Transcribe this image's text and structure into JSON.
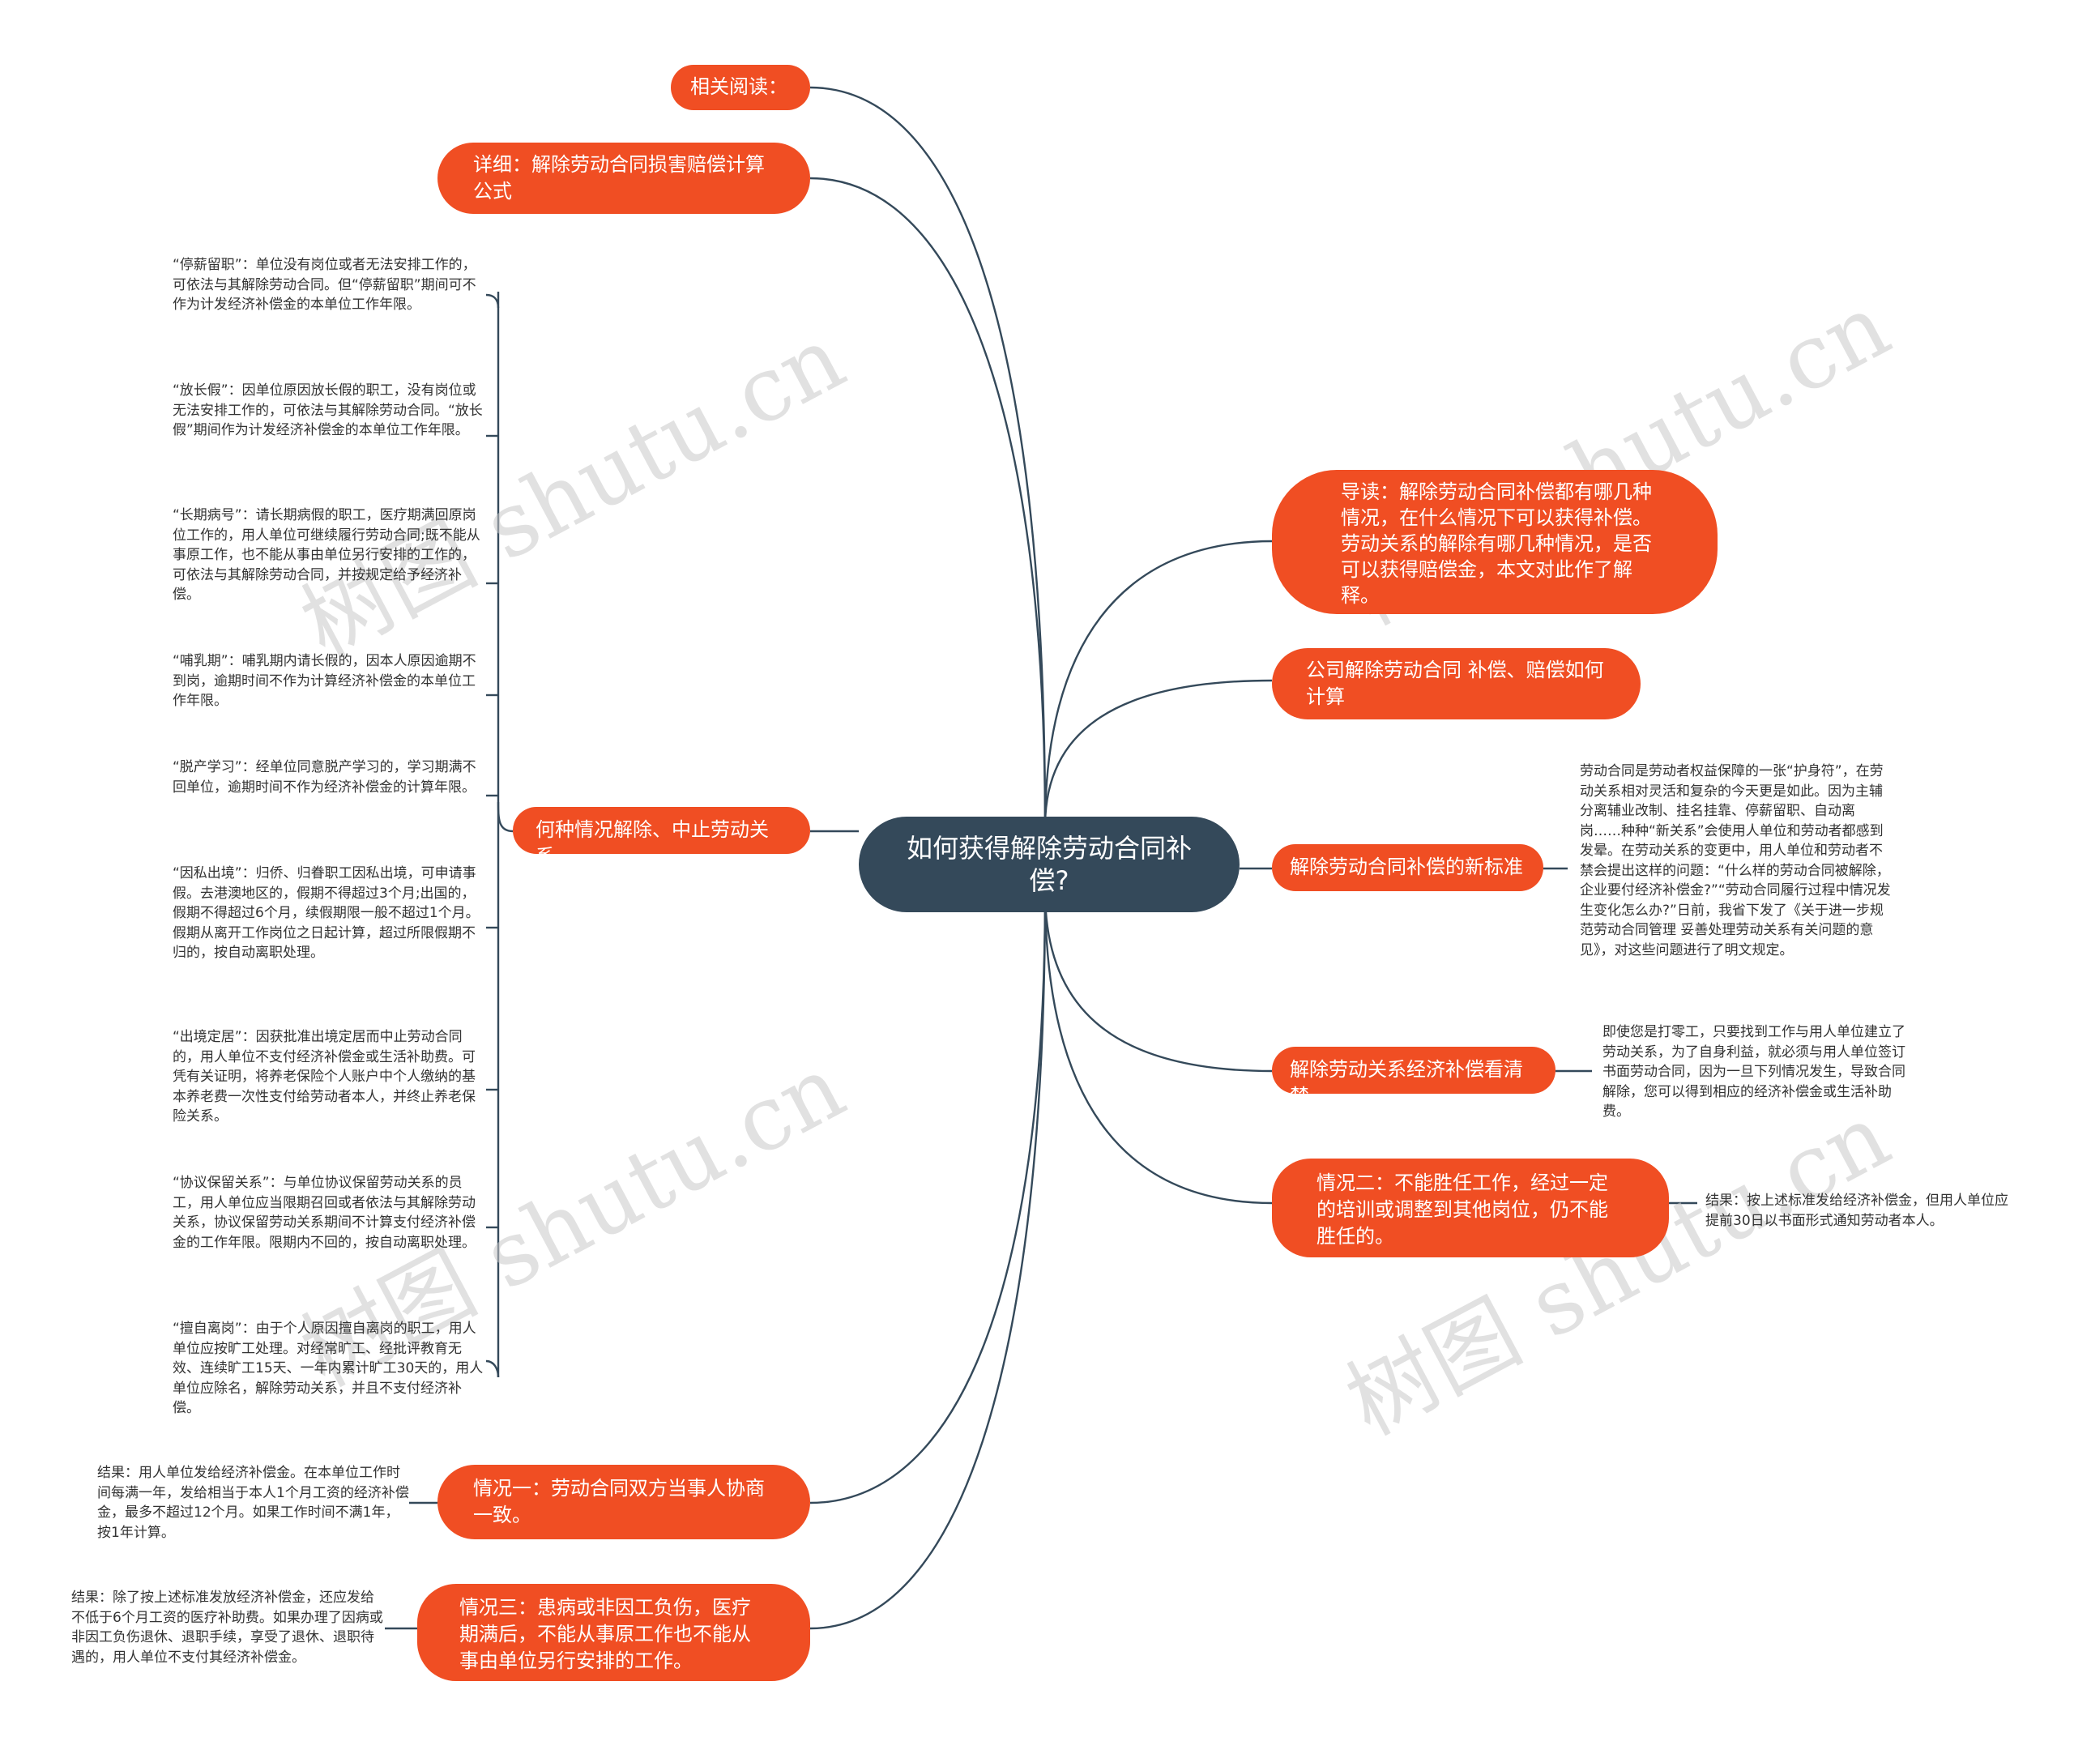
{
  "root": {
    "title": "如何获得解除劳动合同补偿?"
  },
  "watermark": "树图 shutu.cn",
  "left": {
    "related": "相关阅读：",
    "detail": "详细：解除劳动合同损害赔偿计算公式",
    "how": "何种情况解除、中止劳动关系",
    "case1": "情况一：劳动合同双方当事人协商一致。",
    "case3": "情况三：患病或非因工负伤，医疗期满后，不能从事原工作也不能从事由单位另行安排的工作。",
    "how_notes": [
      "“停薪留职”：单位没有岗位或者无法安排工作的，可依法与其解除劳动合同。但“停薪留职”期间可不作为计发经济补偿金的本单位工作年限。",
      "“放长假”：因单位原因放长假的职工，没有岗位或无法安排工作的，可依法与其解除劳动合同。“放长假”期间作为计发经济补偿金的本单位工作年限。",
      "“长期病号”：请长期病假的职工，医疗期满回原岗位工作的，用人单位可继续履行劳动合同;既不能从事原工作，也不能从事由单位另行安排的工作的，可依法与其解除劳动合同，并按规定给予经济补偿。",
      "“哺乳期”：哺乳期内请长假的，因本人原因逾期不到岗，逾期时间不作为计算经济补偿金的本单位工作年限。",
      "“脱产学习”：经单位同意脱产学习的，学习期满不回单位，逾期时间不作为经济补偿金的计算年限。",
      "“因私出境”：归侨、归眷职工因私出境，可申请事假。去港澳地区的，假期不得超过3个月;出国的，假期不得超过6个月，续假期限一般不超过1个月。假期从离开工作岗位之日起计算，超过所限假期不归的，按自动离职处理。",
      "“出境定居”：因获批准出境定居而中止劳动合同的，用人单位不支付经济补偿金或生活补助费。可凭有关证明，将养老保险个人账户中个人缴纳的基本养老费一次性支付给劳动者本人，并终止养老保险关系。",
      "“协议保留关系”：与单位协议保留劳动关系的员工，用人单位应当限期召回或者依法与其解除劳动关系，协议保留劳动关系期间不计算支付经济补偿金的工作年限。限期内不回的，按自动离职处理。",
      "“擅自离岗”：由于个人原因擅自离岗的职工，用人单位应按旷工处理。对经常旷工、经批评教育无效、连续旷工15天、一年内累计旷工30天的，用人单位应除名，解除劳动关系，并且不支付经济补偿。"
    ],
    "case1_note": "结果：用人单位发给经济补偿金。在本单位工作时间每满一年，发给相当于本人1个月工资的经济补偿金，最多不超过12个月。如果工作时间不满1年，按1年计算。",
    "case3_note": "结果：除了按上述标准发放经济补偿金，还应发给不低于6个月工资的医疗补助费。如果办理了因病或非因工负伤退休、退职手续，享受了退休、退职待遇的，用人单位不支付其经济补偿金。"
  },
  "right": {
    "intro": "导读：解除劳动合同补偿都有哪几种情况，在什么情况下可以获得补偿。劳动关系的解除有哪几种情况，是否可以获得赔偿金，本文对此作了解释。",
    "company": "公司解除劳动合同 补偿、赔偿如何计算",
    "standard": "解除劳动合同补偿的新标准",
    "standard_note": "劳动合同是劳动者权益保障的一张“护身符”，在劳动关系相对灵活和复杂的今天更是如此。因为主辅分离辅业改制、挂名挂靠、停薪留职、自动离岗……种种“新关系”会使用人单位和劳动者都感到发晕。在劳动关系的变更中，用人单位和劳动者不禁会提出这样的问题：“什么样的劳动合同被解除，企业要付经济补偿金?”“劳动合同履行过程中情况发生变化怎么办?”日前，我省下发了《关于进一步规范劳动合同管理 妥善处理劳动关系有关问题的意见》，对这些问题进行了明文规定。",
    "clear": "解除劳动关系经济补偿看清楚",
    "clear_note": "即使您是打零工，只要找到工作与用人单位建立了劳动关系，为了自身利益，就必须与用人单位签订书面劳动合同，因为一旦下列情况发生，导致合同解除，您可以得到相应的经济补偿金或生活补助费。",
    "case2": "情况二：不能胜任工作，经过一定的培训或调整到其他岗位，仍不能胜任的。",
    "case2_note": "结果：按上述标准发给经济补偿金，但用人单位应提前30日以书面形式通知劳动者本人。"
  },
  "colors": {
    "accent": "#f04e23",
    "root": "#34495a",
    "line": "#34495a"
  }
}
